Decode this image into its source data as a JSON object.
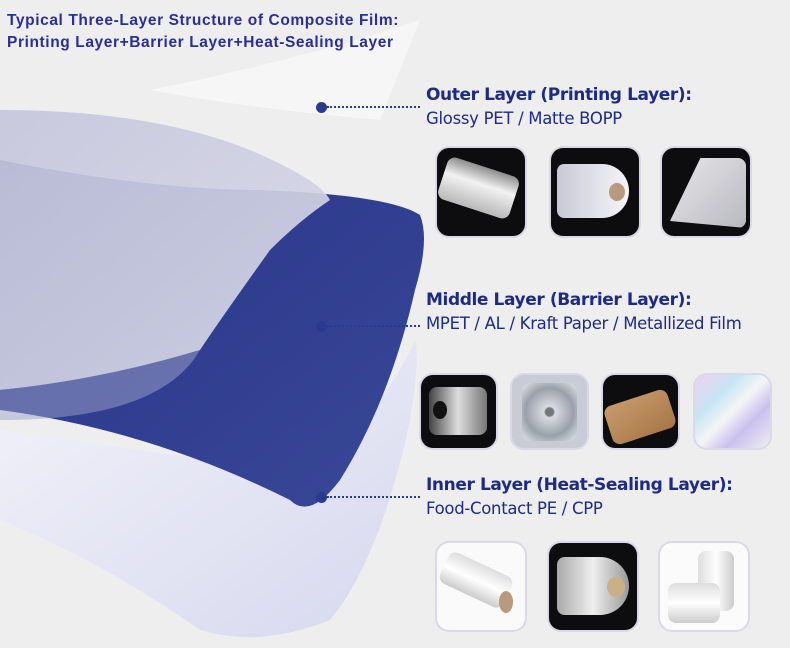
{
  "title": {
    "line1": "Typical Three-Layer Structure of Composite Film:",
    "line2": "Printing Layer+Barrier Layer+Heat-Sealing Layer"
  },
  "layers": [
    {
      "heading": "Outer Layer (Printing Layer):",
      "materials": "Glossy PET / Matte BOPP",
      "photos": [
        "glossy-pet-roll",
        "matte-bopp-roll",
        "matte-film-sheet"
      ]
    },
    {
      "heading": "Middle Layer (Barrier Layer):",
      "materials": "MPET / AL / Kraft Paper / Metallized Film",
      "photos": [
        "mpet-roll",
        "aluminum-foil-roll",
        "kraft-paper-roll",
        "holographic-metallized-film"
      ]
    },
    {
      "heading": "Inner Layer (Heat-Sealing Layer):",
      "materials": "Food-Contact PE / CPP",
      "photos": [
        "pe-film-rolls",
        "cpp-film-roll",
        "clear-film-rolls"
      ]
    }
  ],
  "colors": {
    "accent": "#1d2a86",
    "middle_layer": "#2f3c8a",
    "outer_layer": "#c8c9de",
    "background": "#eeeeef"
  }
}
